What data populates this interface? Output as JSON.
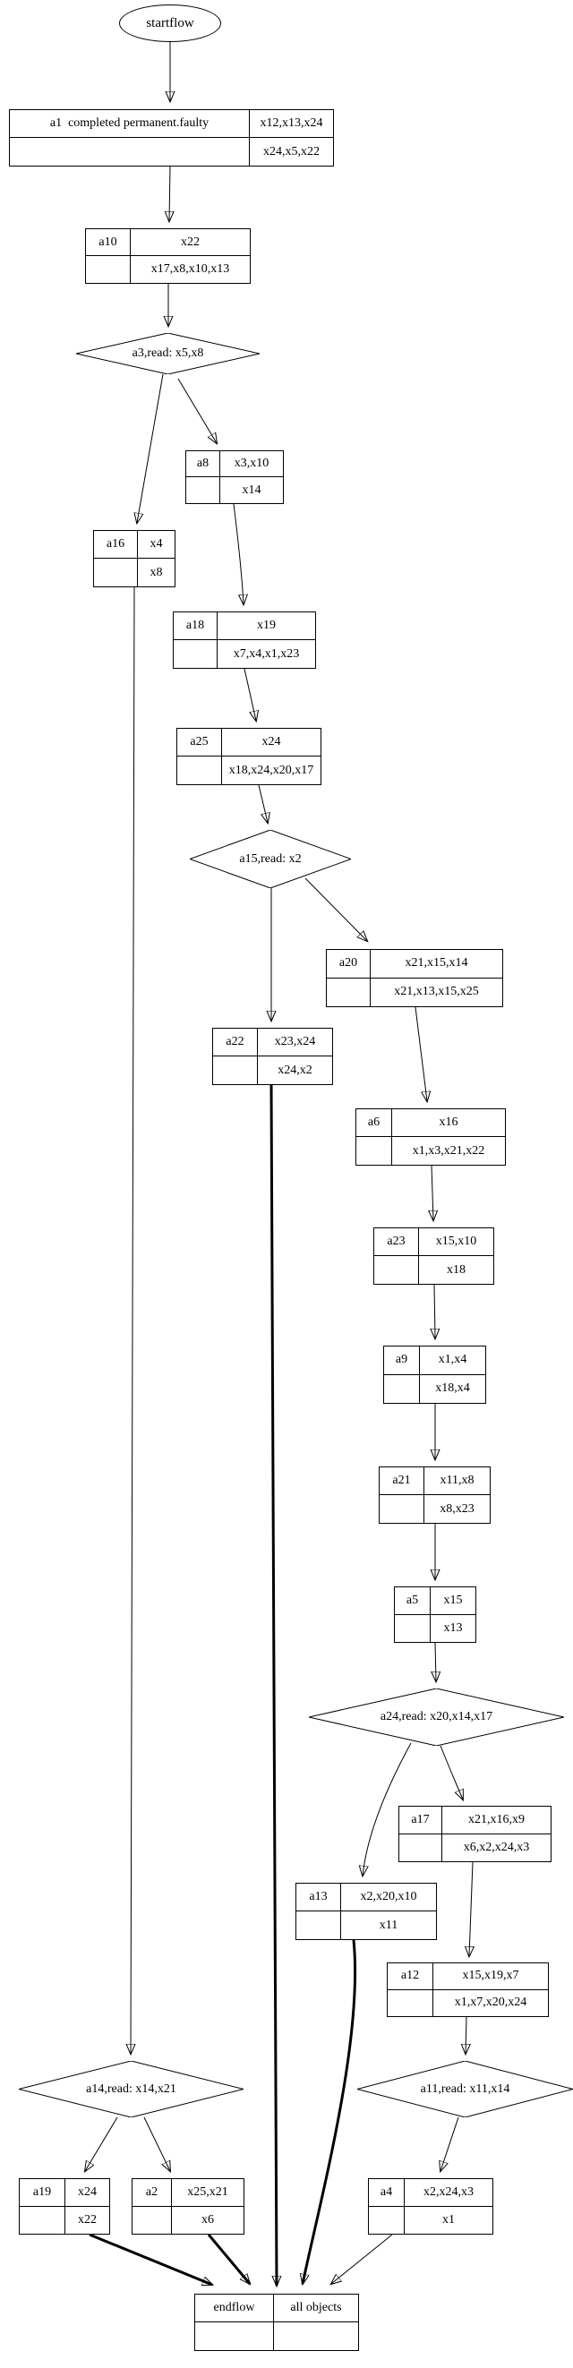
{
  "start": {
    "label": "startflow"
  },
  "endflow_node": {
    "id": "endflow",
    "row1": "all objects",
    "row2": ""
  },
  "nodes": {
    "a1": {
      "id": "a1  completed permanent.faulty",
      "row1": "x12,x13,x24",
      "row2": "x24,x5,x22"
    },
    "a10": {
      "id": "a10",
      "row1": "x22",
      "row2": "x17,x8,x10,x13"
    },
    "a8": {
      "id": "a8",
      "row1": "x3,x10",
      "row2": "x14"
    },
    "a16": {
      "id": "a16",
      "row1": "x4",
      "row2": "x8"
    },
    "a18": {
      "id": "a18",
      "row1": "x19",
      "row2": "x7,x4,x1,x23"
    },
    "a25": {
      "id": "a25",
      "row1": "x24",
      "row2": "x18,x24,x20,x17"
    },
    "a20": {
      "id": "a20",
      "row1": "x21,x15,x14",
      "row2": "x21,x13,x15,x25"
    },
    "a22": {
      "id": "a22",
      "row1": "x23,x24",
      "row2": "x24,x2"
    },
    "a6": {
      "id": "a6",
      "row1": "x16",
      "row2": "x1,x3,x21,x22"
    },
    "a23": {
      "id": "a23",
      "row1": "x15,x10",
      "row2": "x18"
    },
    "a9": {
      "id": "a9",
      "row1": "x1,x4",
      "row2": "x18,x4"
    },
    "a21": {
      "id": "a21",
      "row1": "x11,x8",
      "row2": "x8,x23"
    },
    "a5": {
      "id": "a5",
      "row1": "x15",
      "row2": "x13"
    },
    "a17": {
      "id": "a17",
      "row1": "x21,x16,x9",
      "row2": "x6,x2,x24,x3"
    },
    "a13": {
      "id": "a13",
      "row1": "x2,x20,x10",
      "row2": "x11"
    },
    "a12": {
      "id": "a12",
      "row1": "x15,x19,x7",
      "row2": "x1,x7,x20,x24"
    },
    "a19": {
      "id": "a19",
      "row1": "x24",
      "row2": "x22"
    },
    "a2": {
      "id": "a2",
      "row1": "x25,x21",
      "row2": "x6"
    },
    "a4": {
      "id": "a4",
      "row1": "x2,x24,x3",
      "row2": "x1"
    }
  },
  "decisions": {
    "a3": {
      "label": "a3,read: x5,x8"
    },
    "a15": {
      "label": "a15,read: x2"
    },
    "a24": {
      "label": "a24,read: x20,x14,x17"
    },
    "a11": {
      "label": "a11,read: x11,x14"
    },
    "a14": {
      "label": "a14,read: x14,x21"
    }
  },
  "edges": [
    {
      "from": "startflow",
      "to": "a1"
    },
    {
      "from": "a1",
      "to": "a10"
    },
    {
      "from": "a10",
      "to": "a3"
    },
    {
      "from": "a3",
      "to": "a8"
    },
    {
      "from": "a3",
      "to": "a16"
    },
    {
      "from": "a8",
      "to": "a18"
    },
    {
      "from": "a16",
      "to": "a14"
    },
    {
      "from": "a18",
      "to": "a25"
    },
    {
      "from": "a25",
      "to": "a15"
    },
    {
      "from": "a15",
      "to": "a22"
    },
    {
      "from": "a15",
      "to": "a20"
    },
    {
      "from": "a20",
      "to": "a6"
    },
    {
      "from": "a6",
      "to": "a23"
    },
    {
      "from": "a23",
      "to": "a9"
    },
    {
      "from": "a9",
      "to": "a21"
    },
    {
      "from": "a21",
      "to": "a5"
    },
    {
      "from": "a5",
      "to": "a24"
    },
    {
      "from": "a24",
      "to": "a17"
    },
    {
      "from": "a24",
      "to": "a13"
    },
    {
      "from": "a17",
      "to": "a12"
    },
    {
      "from": "a12",
      "to": "a11"
    },
    {
      "from": "a11",
      "to": "a4"
    },
    {
      "from": "a14",
      "to": "a19"
    },
    {
      "from": "a14",
      "to": "a2"
    },
    {
      "from": "a22",
      "to": "endflow",
      "bold": true
    },
    {
      "from": "a13",
      "to": "endflow",
      "bold": true
    },
    {
      "from": "a19",
      "to": "endflow",
      "bold": true
    },
    {
      "from": "a2",
      "to": "endflow",
      "bold": true
    },
    {
      "from": "a4",
      "to": "endflow"
    }
  ]
}
